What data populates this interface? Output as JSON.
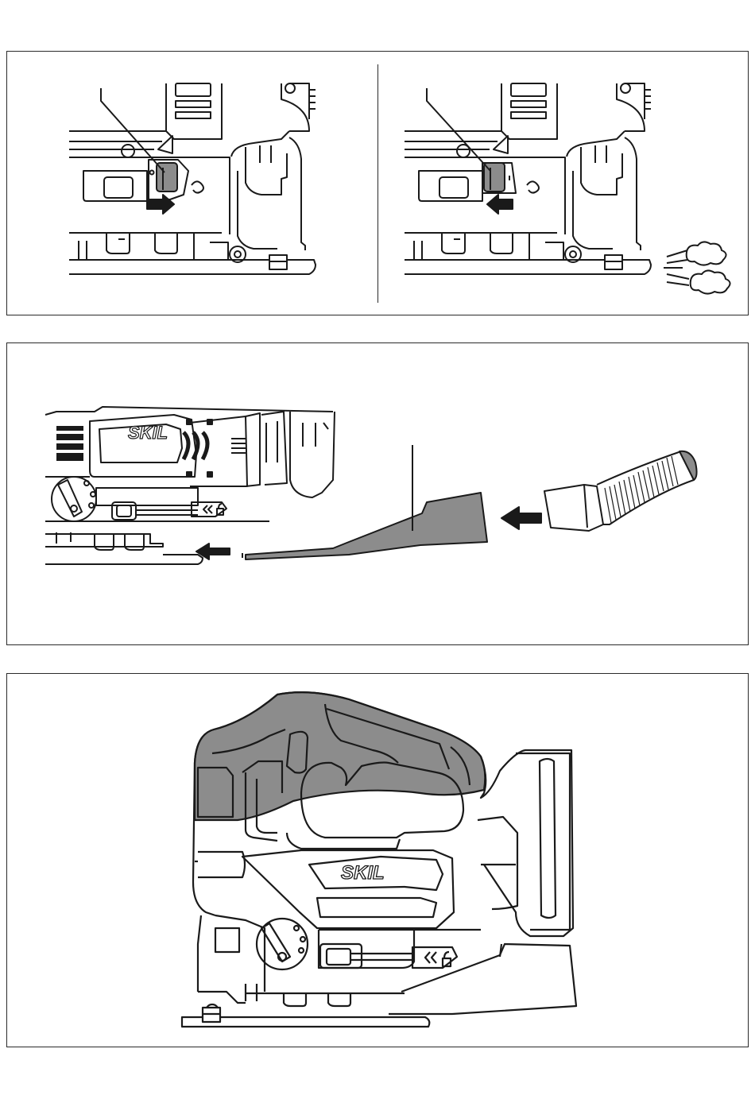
{
  "figures": [
    {
      "id": "panel-1",
      "subpanels": [
        "switch-closed-position",
        "switch-open-position"
      ]
    },
    {
      "id": "panel-2",
      "brand_logo": "SKIL",
      "icons": [
        "arrow-left-icon",
        "arrow-left-icon",
        "unlock-icon"
      ]
    },
    {
      "id": "panel-3",
      "brand_logo": "SKIL",
      "icons": [
        "unlock-icon"
      ]
    }
  ],
  "colors": {
    "line": "#1a1a1a",
    "shade": "#8c8c8c",
    "hose_shade": "#8c8c8c"
  }
}
